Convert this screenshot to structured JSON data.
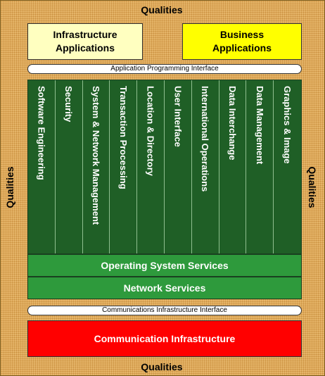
{
  "qualities": {
    "top": "Qualities",
    "bottom": "Qualities",
    "left": "Qualities",
    "right": "Qualities"
  },
  "applications": {
    "infrastructure": "Infrastructure\nApplications",
    "business": "Business\nApplications"
  },
  "api_label": "Application Programming Interface",
  "services": [
    "Software Engineering",
    "Security",
    "System & Network Management",
    "Transaction Processing",
    "Location & Directory",
    "User Interface",
    "International Operations",
    "Data Interchange",
    "Data Management",
    "Graphics & Image"
  ],
  "os_services": "Operating System Services",
  "network_services": "Network Services",
  "cii_label": "Communications Infrastructure Interface",
  "comm_infrastructure": "Communication Infrastructure",
  "colors": {
    "qualities_background": "#e6b56a",
    "infrastructure_apps": "#ffffc0",
    "business_apps": "#ffff00",
    "services_dark_green": "#1f5f26",
    "platform_green": "#2e9a3c",
    "communication_red": "#ff0000"
  }
}
